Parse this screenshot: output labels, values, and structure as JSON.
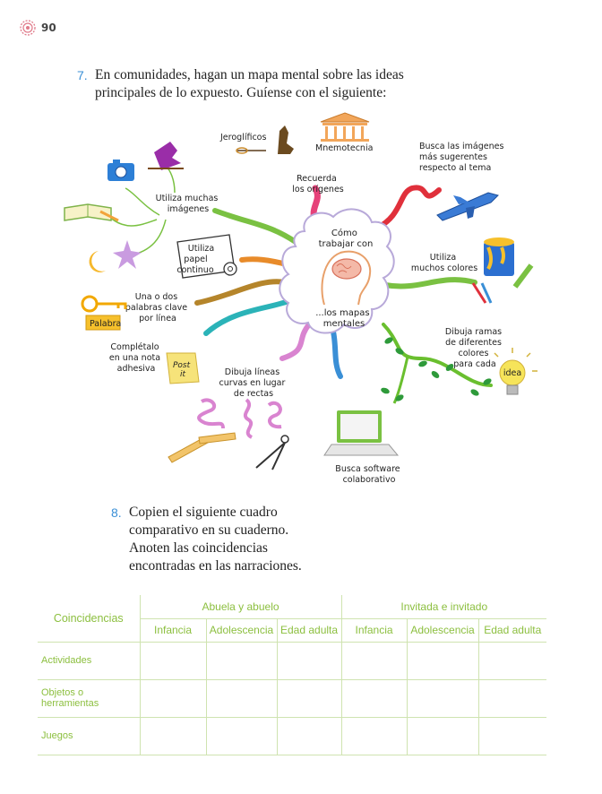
{
  "page_number": "90",
  "q7": {
    "number": "7.",
    "line1": "En comunidades, hagan un mapa mental sobre las ideas",
    "line2": "principales de lo expuesto. Guíense con el siguiente:"
  },
  "map": {
    "center_top": [
      "Cómo",
      "trabajar con"
    ],
    "center_bottom": [
      "...los mapas",
      "mentales"
    ],
    "jeroglificos": "Jeroglíficos",
    "mnemotecnia": "Mnemotecnia",
    "recuerda": [
      "Recuerda",
      "los orígenes"
    ],
    "busca_imagenes": [
      "Busca las imágenes",
      "más sugerentes",
      "respecto al tema"
    ],
    "utiliza_imagenes": [
      "Utiliza muchas",
      "imágenes"
    ],
    "papel": [
      "Utiliza",
      "papel",
      "continuo"
    ],
    "colores": [
      "Utiliza",
      "muchos colores"
    ],
    "palabras": [
      "Una o dos",
      "palabras clave",
      "por línea"
    ],
    "palabra_tag": "Palabra",
    "nota": [
      "Complétalo",
      "en una nota",
      "adhesiva"
    ],
    "postit": [
      "Post",
      "it"
    ],
    "lineas": [
      "Dibuja líneas",
      "curvas en lugar",
      "de rectas"
    ],
    "ramas": [
      "Dibuja ramas",
      "de diferentes",
      "colores",
      "para cada"
    ],
    "idea": "idea",
    "software": [
      "Busca software",
      "colaborativo"
    ]
  },
  "q8": {
    "number": "8.",
    "lines": [
      "Copien el siguiente cuadro",
      "comparativo en su cuaderno.",
      "Anoten las coincidencias",
      "encontradas en las narraciones."
    ]
  },
  "table": {
    "corner": "Coincidencias",
    "groups": [
      "Abuela y abuelo",
      "Invitada e invitado"
    ],
    "subheaders": [
      "Infancia",
      "Adolescencia",
      "Edad adulta",
      "Infancia",
      "Adolescencia",
      "Edad adulta"
    ],
    "rows": [
      "Actividades",
      "Objetos o herramientas",
      "Juegos"
    ]
  },
  "colors": {
    "accent_blue": "#3a8fd6",
    "table_green": "#8cbf3f"
  }
}
